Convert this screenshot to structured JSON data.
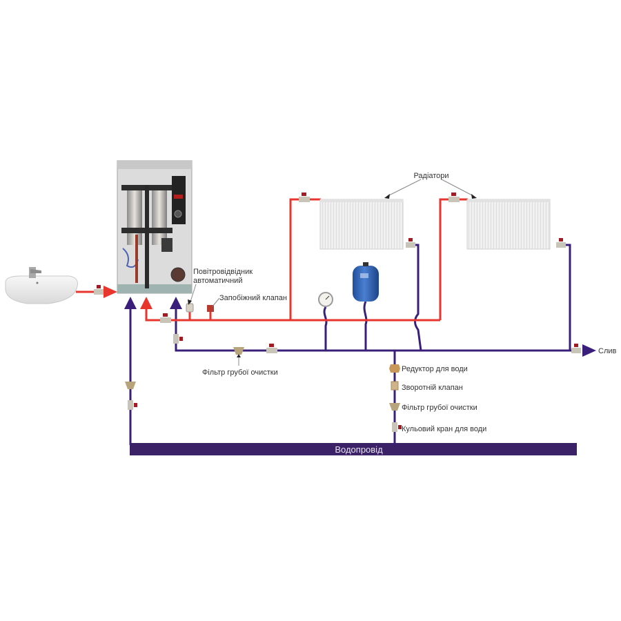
{
  "diagram": {
    "title": "Схема підключення електрокотла",
    "colors": {
      "supply_pipe": "#e8362e",
      "return_pipe": "#3a1f7a",
      "main_pipe": "#3b2266",
      "main_label": "#e8e4f0",
      "tank": "#2f63b6",
      "radiator": "#eeeeee",
      "valve_handle": "#a01c22",
      "fitting_brass": "#b8a47a"
    },
    "labels": {
      "radiators": "Радіатори",
      "air_vent_line1": "Повітровідвідник",
      "air_vent_line2": "автоматичний",
      "safety_valve": "Запобіжний клапан",
      "coarse_filter_return": "Фільтр грубої очистки",
      "drain": "Слив",
      "pressure_reducer": "Редуктор для води",
      "check_valve": "Зворотній клапан",
      "coarse_filter_supply": "Фільтр грубої очистки",
      "ball_valve": "Кульовий кран для води",
      "water_main": "Водопровід"
    },
    "components": [
      "sink",
      "electric-boiler",
      "radiator-1",
      "radiator-2",
      "expansion-tank",
      "pressure-gauge",
      "automatic-air-vent",
      "safety-valve",
      "coarse-filter",
      "pressure-reducer",
      "check-valve",
      "ball-valve"
    ]
  }
}
